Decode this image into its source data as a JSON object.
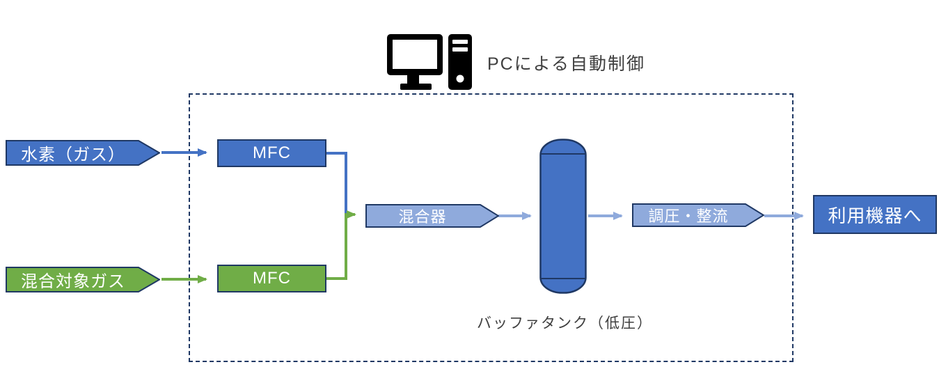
{
  "colors": {
    "blue": "#4472C4",
    "green": "#70AD47",
    "light_blue": "#8FAADC",
    "border_dark": "#1F3864",
    "text_dark": "#3F3F3F"
  },
  "header": {
    "icon": "desktop-pc",
    "label": "PCによる自動制御"
  },
  "inputs": {
    "hydrogen": {
      "label": "水素（ガス）",
      "color": "#4472C4"
    },
    "mix_gas": {
      "label": "混合対象ガス",
      "color": "#70AD47"
    }
  },
  "components": {
    "mfc_hydrogen": {
      "label": "MFC",
      "color": "#4472C4"
    },
    "mfc_mix_gas": {
      "label": "MFC",
      "color": "#70AD47"
    },
    "mixer": {
      "label": "混合器",
      "color": "#8FAADC"
    },
    "buffer_tank": {
      "label": "バッファタンク（低圧）",
      "color": "#4472C4"
    },
    "regulator": {
      "label": "調圧・整流",
      "color": "#8FAADC"
    },
    "output": {
      "label": "利用機器へ",
      "color": "#4472C4"
    }
  }
}
